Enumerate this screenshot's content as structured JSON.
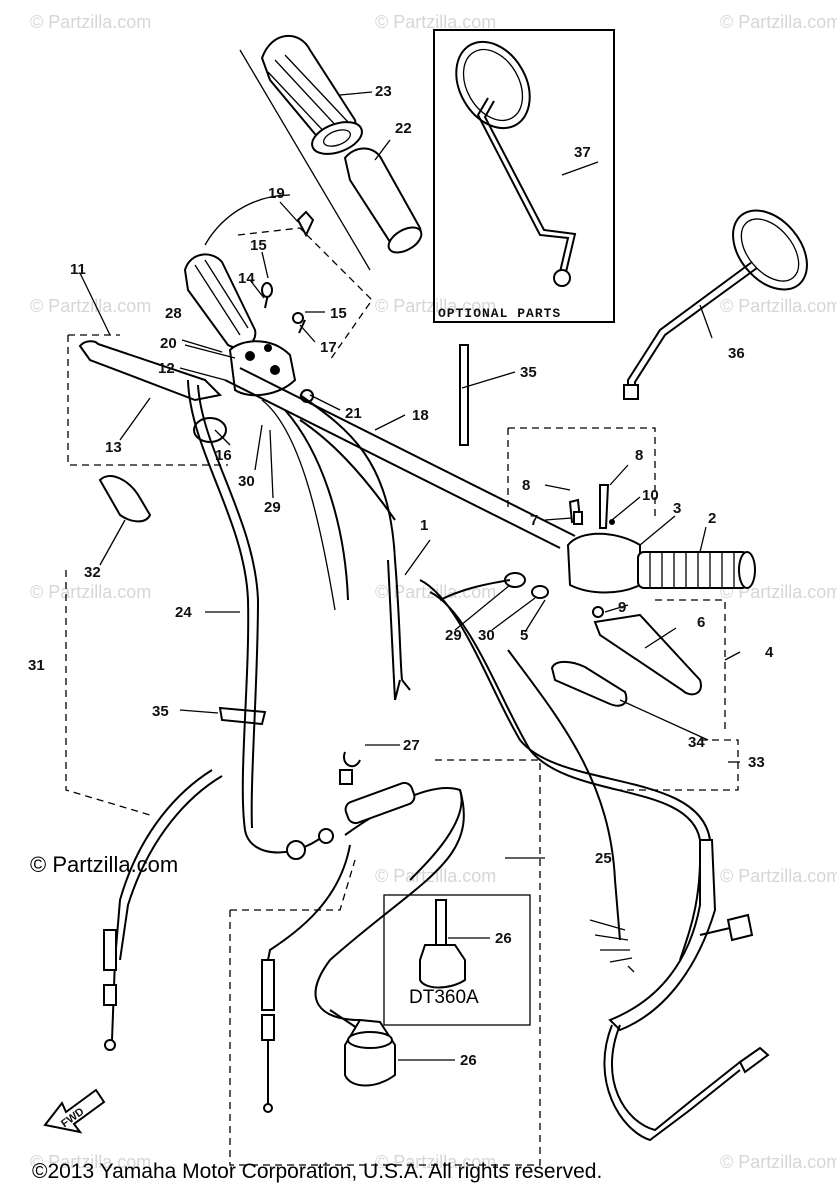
{
  "watermark": "© Partzilla.com",
  "credit": "© Partzilla.com",
  "copyright": "©2013 Yamaha Motor Corporation, U.S.A. All rights reserved.",
  "optional_parts_label": "OPTIONAL PARTS",
  "variant_label": "DT360A",
  "fwd_label": "FWD",
  "callouts": [
    "1",
    "2",
    "3",
    "4",
    "5",
    "6",
    "7",
    "8",
    "8",
    "9",
    "10",
    "11",
    "12",
    "13",
    "14",
    "15",
    "15",
    "16",
    "17",
    "18",
    "19",
    "20",
    "21",
    "22",
    "23",
    "24",
    "25",
    "26",
    "26",
    "27",
    "28",
    "29",
    "29",
    "30",
    "30",
    "31",
    "32",
    "33",
    "34",
    "35",
    "35",
    "36",
    "37"
  ]
}
